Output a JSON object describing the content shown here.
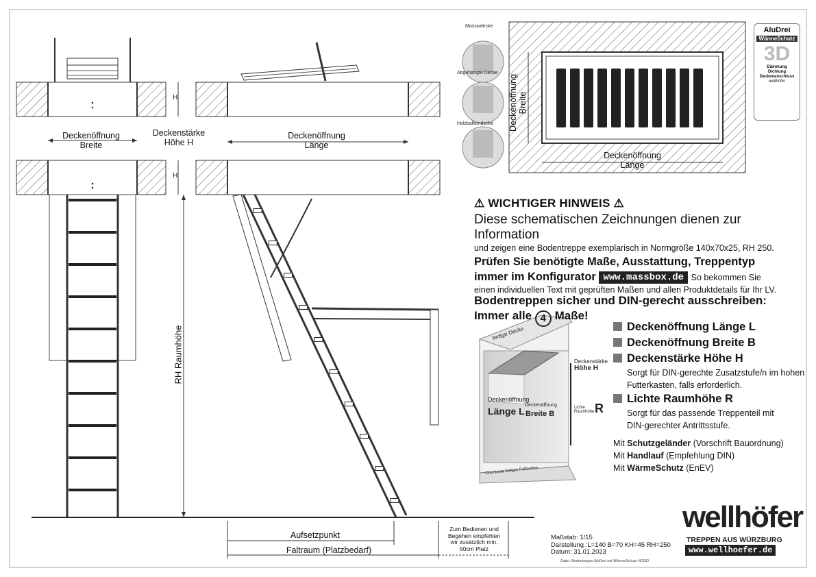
{
  "labels": {
    "opening_width": "Deckenöffnung",
    "opening_width_2": "Breite",
    "ceiling_thickness": "Deckenstärke",
    "ceiling_thickness_2": "Höhe H",
    "opening_length": "Deckenöffnung",
    "opening_length_2": "Länge",
    "h_mark": "H",
    "room_height": "RH Raumhöhe",
    "landing_point": "Aufsetzpunkt",
    "folding_space": "Faltraum (Platzbedarf)",
    "space_note": [
      "Zum Bedienen und",
      "Begehen empfehlen",
      "wir zusätzlich min.",
      "50cm Platz"
    ]
  },
  "ceiling_types": [
    "Massivdecke",
    "Abgehängte Decke",
    "Holzbalkendecke"
  ],
  "plan_view": {
    "width_label_1": "Deckenöffnung",
    "width_label_2": "Breite",
    "length_label_1": "Deckenöffnung",
    "length_label_2": "Länge"
  },
  "badge": {
    "brand": "AluDrei",
    "line": "WärmeSchutz",
    "big": "3D",
    "features": [
      "Dämmung",
      "Dichtung",
      "Deckenanschluss"
    ],
    "maker": "wellhöfer"
  },
  "notice": {
    "title": "WICHTIGER HINWEIS",
    "line1": "Diese schematischen Zeichnungen dienen zur Information",
    "line2": "und zeigen eine Bodentreppe exemplarisch in Normgröße 140x70x25, RH 250.",
    "line3": "Prüfen Sie benötigte Maße, Ausstattung, Treppentyp",
    "line4_prefix": "immer im Konfigurator",
    "url": "www.massbox.de",
    "line4_suffix": "So bekommen Sie",
    "line5": "einen individuellen Text mit geprüften Maßen und allen Produktdetails für Ihr LV."
  },
  "din": {
    "title": "Bodentreppen sicher und DIN-gerecht ausschreiben:",
    "subtitle_prefix": "Immer alle",
    "four": "4",
    "subtitle_suffix": "Maße!"
  },
  "illustration": {
    "top_label_1": "fertige",
    "top_label_2": "Decke",
    "thickness_1": "Deckenstärke",
    "thickness_2": "Höhe H",
    "opening": "Deckenöffnung",
    "length": "Länge L",
    "opening_2": "Deckenöffnung",
    "width": "Breite B",
    "room_1": "Lichte",
    "room_2": "Raumhöhe",
    "room_r": "R",
    "floor": "Oberkante fertiger Fußboden"
  },
  "dimensions": [
    {
      "label": "Deckenöffnung Länge L",
      "note": ""
    },
    {
      "label": "Deckenöffnung Breite B",
      "note": ""
    },
    {
      "label": "Deckenstärke Höhe H",
      "note": "Sorgt für DIN-gerechte Zusatzstufe/n im hohen Futterkasten, falls erforderlich."
    },
    {
      "label": "Lichte Raumhöhe R",
      "note": "Sorgt für das passende Treppenteil mit DIN-gerechter Antrittsstufe."
    }
  ],
  "extras": [
    {
      "pre": "Mit ",
      "bold": "Schutzgeländer",
      "post": " (Vorschrift Bauordnung)"
    },
    {
      "pre": "Mit ",
      "bold": "Handlauf",
      "post": " (Empfehlung DIN)"
    },
    {
      "pre": "Mit ",
      "bold": "WärmeSchutz",
      "post": " (EnEV)"
    }
  ],
  "title_block": {
    "scale": "Maßstab: 1/15",
    "representation": "Darstellung :L=140 B=70 KH=45 RH=250",
    "date": "Datum: 31.01.2023",
    "file": "Datei: Bodentreppe AluDrei mit WärmeSchutz WS3D"
  },
  "logo": {
    "name": "wellhöfer",
    "tagline": "TREPPEN AUS WÜRZBURG",
    "url": "www.wellhoefer.de"
  }
}
